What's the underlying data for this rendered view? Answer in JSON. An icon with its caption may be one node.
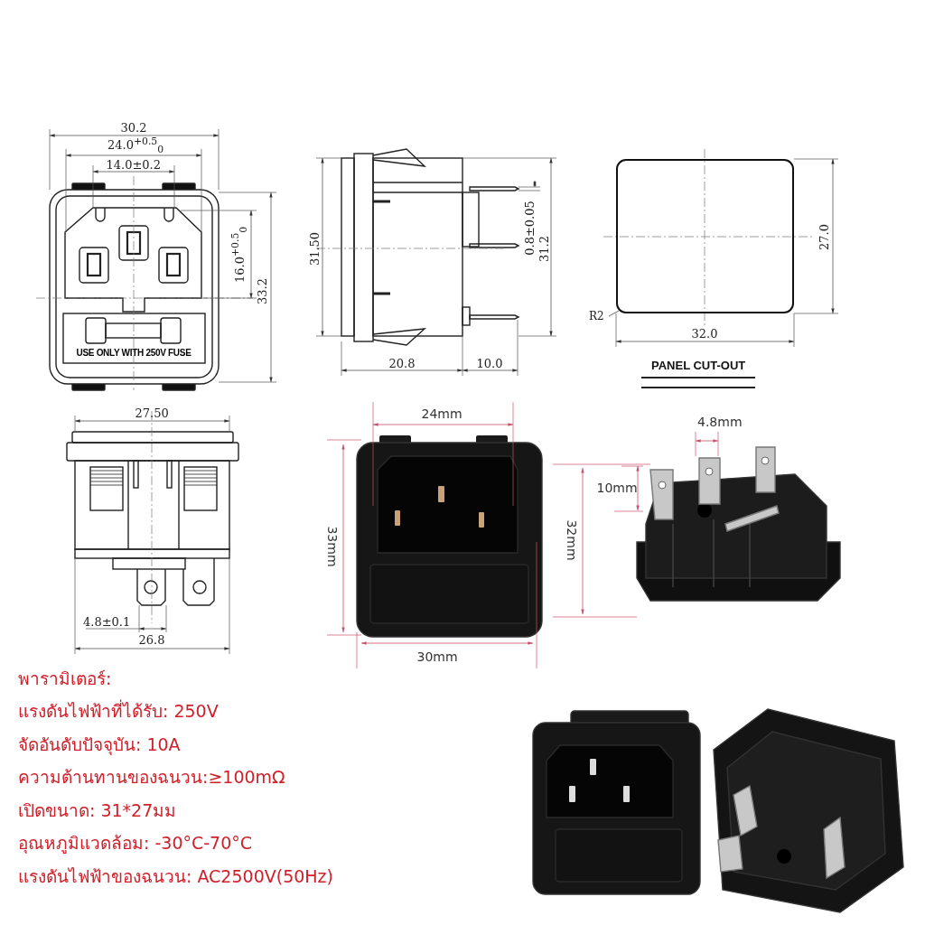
{
  "diagram": {
    "nodes": [
      {
        "text": [
          "R2"
        ]
      },
      {
        "text": [],
        "shape": "box"
      }
    ],
    "edges": [
      {
        "from": 0,
        "to": 1,
        "arrow": "none"
      }
    ],
    "labels": [
      "30.2",
      "24.0$^{+0.5}$$_{0}$",
      "14.0±0.2",
      "16.0$^{+0.5}$$_{0}$",
      "33.2",
      "USE ONLY WITH 250V FUSE",
      "31.50",
      "0.8±0.05",
      "31.2",
      "20.8",
      "10.0",
      "27.0",
      "32.0",
      "PANEL CUT-OUT",
      "27.50",
      "4.8±0.1",
      "26.8",
      "24mm",
      "33mm",
      "30mm",
      "4.8mm",
      "10mm",
      "32mm",
      "พารามิเตอร์:",
      "แรงดันไฟฟ้าที่ได้รับ: 250V",
      "จัดอันดับปัจจุบัน: 10A",
      "ความต้านทานของฉนวน:≥100mΩ",
      "เปิดขนาด: 31*27มม",
      "อุณหภูมิแวดล้อม: -30°C-70°C",
      "แรงดันไฟฟ้าของฉนวน: AC2500V(50Hz)"
    ]
  }
}
